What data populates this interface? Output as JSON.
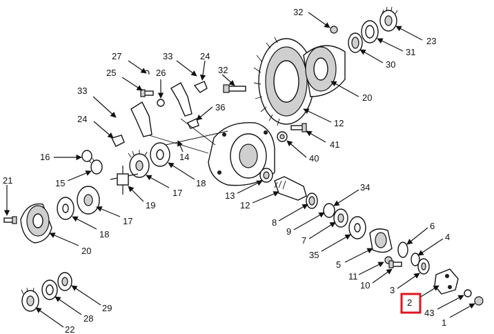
{
  "callouts": {
    "c1": "1",
    "c2": "2",
    "c3": "3",
    "c4": "4",
    "c5": "5",
    "c6": "6",
    "c7": "7",
    "c8": "8",
    "c9": "9",
    "c10": "10",
    "c11": "11",
    "c12a": "12",
    "c12b": "12",
    "c13": "13",
    "c14": "14",
    "c15": "15",
    "c16": "16",
    "c17a": "17",
    "c17b": "17",
    "c18a": "18",
    "c18b": "18",
    "c19": "19",
    "c20a": "20",
    "c20b": "20",
    "c21": "21",
    "c22": "22",
    "c23": "23",
    "c24a": "24",
    "c24b": "24",
    "c25": "25",
    "c26": "26",
    "c27": "27",
    "c28": "28",
    "c29": "29",
    "c30": "30",
    "c31": "31",
    "c32a": "32",
    "c32b": "32",
    "c33a": "33",
    "c33b": "33",
    "c34": "34",
    "c35": "35",
    "c36": "36",
    "c40": "40",
    "c41": "41",
    "c43": "43"
  },
  "highlighted_callout": "2",
  "highlight_color": "#e0141e"
}
